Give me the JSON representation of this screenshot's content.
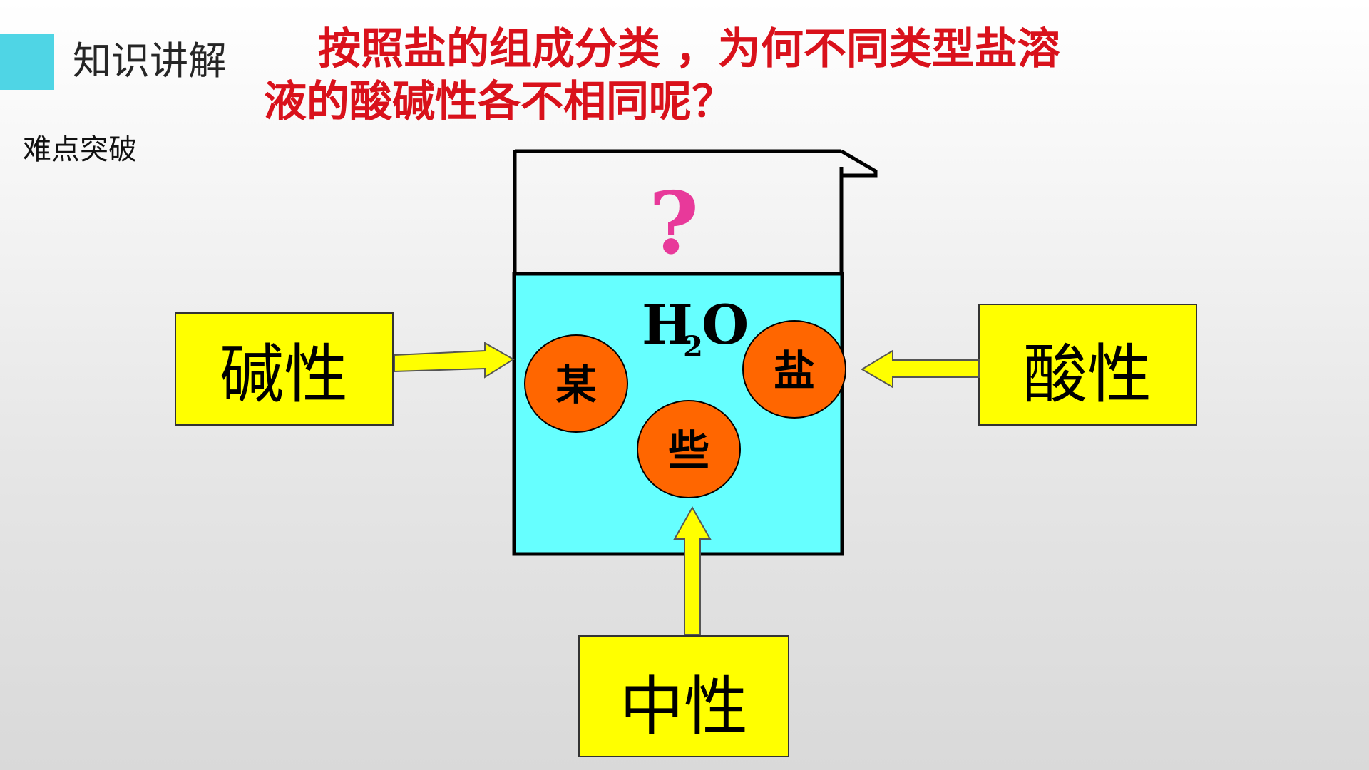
{
  "header": {
    "section_title": "知识讲解",
    "section_subtitle": "难点突破",
    "accent_color": "#4FD5E5"
  },
  "question": {
    "line1": "按照盐的组成分类 ，为何不同类型盐溶",
    "line2": "液的酸碱性各不相同呢？",
    "color": "#D9111B"
  },
  "diagram": {
    "top_question_mark": "?",
    "question_mark_color": "#E8399A",
    "water_formula": {
      "H": "H",
      "subscript": "2",
      "O": "O"
    },
    "salt_circles": [
      "某",
      "些",
      "盐"
    ],
    "labels": {
      "basic": "碱性",
      "acidic": "酸性",
      "neutral": "中性"
    },
    "colors": {
      "water": "#66FFFF",
      "circle_fill": "#FF6600",
      "label_box": "#FFFF00",
      "arrow": "#FFFF00"
    }
  }
}
